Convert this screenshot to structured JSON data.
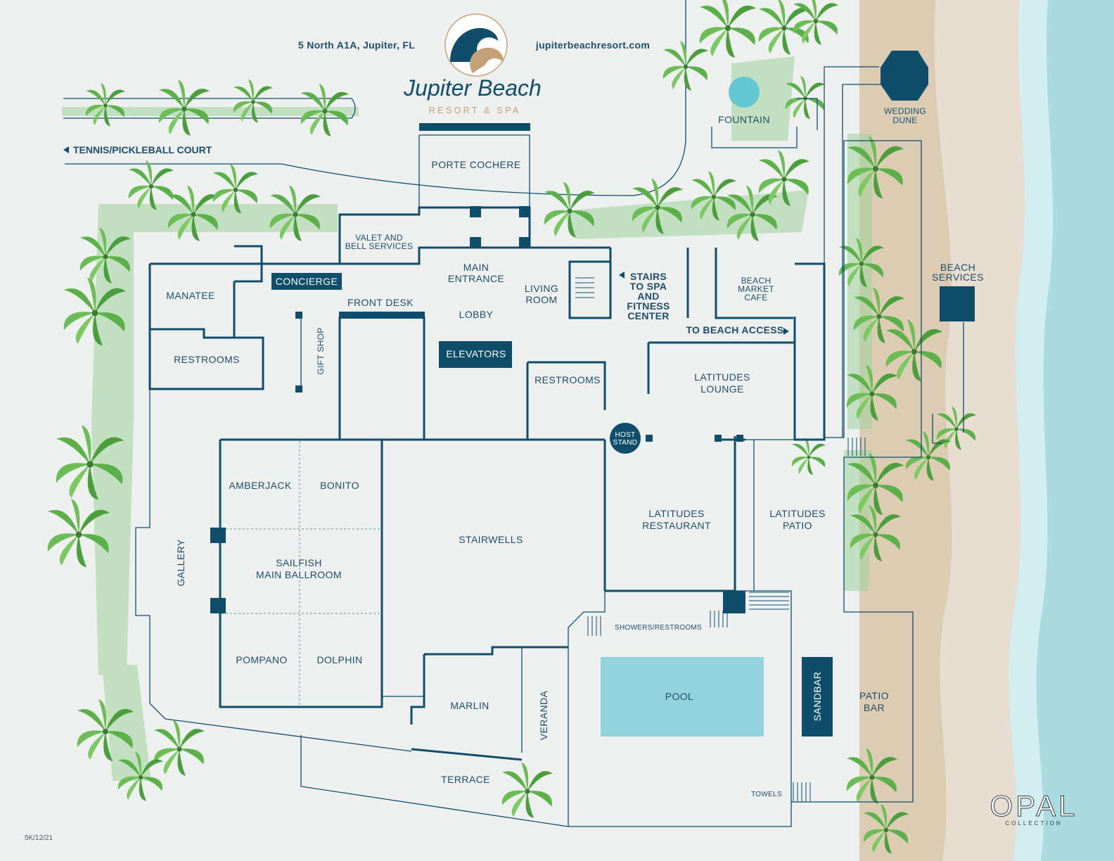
{
  "header": {
    "address": "5 North A1A, Jupiter, FL",
    "website": "jupiterbeachresort.com",
    "logo_name": "Jupiter Beach",
    "logo_tagline": "RESORT & SPA"
  },
  "colors": {
    "navy": "#0f4e6b",
    "background": "#eef0f0",
    "pool": "#93d4dc",
    "palm": "#5bb04a",
    "sand": "#dcccb4",
    "ocean": "#a9dbe0"
  },
  "exterior": {
    "tennis": "TENNIS/PICKLEBALL COURT",
    "fountain": "FOUNTAIN",
    "wedding_dune_1": "WEDDING",
    "wedding_dune_2": "DUNE",
    "beach_services_1": "BEACH",
    "beach_services_2": "SERVICES",
    "to_beach_access": "TO BEACH ACCESS",
    "stairs_1": "STAIRS",
    "stairs_2": "TO SPA",
    "stairs_3": "AND",
    "stairs_4": "FITNESS",
    "stairs_5": "CENTER"
  },
  "rooms": {
    "porte_cochere": "PORTE COCHERE",
    "valet_1": "VALET AND",
    "valet_2": "BELL SERVICES",
    "main_entrance_1": "MAIN",
    "main_entrance_2": "ENTRANCE",
    "living_room_1": "LIVING",
    "living_room_2": "ROOM",
    "beach_market_1": "BEACH",
    "beach_market_2": "MARKET",
    "beach_market_3": "CAFE",
    "manatee": "MANATEE",
    "concierge": "CONCIERGE",
    "front_desk": "FRONT DESK",
    "lobby": "LOBBY",
    "restrooms_west": "RESTROOMS",
    "gift_shop": "GIFT SHOP",
    "elevators": "ELEVATORS",
    "restrooms_center": "RESTROOMS",
    "latitudes_lounge_1": "LATITUDES",
    "latitudes_lounge_2": "LOUNGE",
    "host_stand_1": "HOST",
    "host_stand_2": "STAND",
    "amberjack": "AMBERJACK",
    "bonito": "BONITO",
    "sailfish_1": "SAILFISH",
    "sailfish_2": "MAIN BALLROOM",
    "pompano": "POMPANO",
    "dolphin": "DOLPHIN",
    "gallery": "GALLERY",
    "stairwells": "STAIRWELLS",
    "latitudes_restaurant_1": "LATITUDES",
    "latitudes_restaurant_2": "RESTAURANT",
    "latitudes_patio_1": "LATITUDES",
    "latitudes_patio_2": "PATIO",
    "showers_restrooms": "SHOWERS/RESTROOMS",
    "marlin": "MARLIN",
    "veranda": "VERANDA",
    "terrace": "TERRACE",
    "pool": "POOL",
    "sandbar": "SANDBAR",
    "patio_bar_1": "PATIO",
    "patio_bar_2": "BAR",
    "towels": "TOWELS"
  },
  "footer": {
    "code": "5K/12/21",
    "brand": "OPAL",
    "brand_sub": "COLLECTION"
  }
}
